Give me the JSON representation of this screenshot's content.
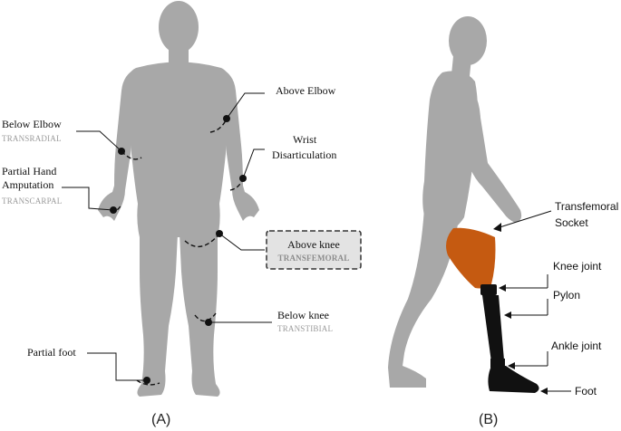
{
  "panel_a": {
    "caption": "(A)",
    "labels": {
      "below_elbow": "Below Elbow",
      "transradial": "TRANSRADIAL",
      "partial_hand_1": "Partial Hand",
      "partial_hand_2": "Amputation",
      "transcarpal": "TRANSCARPAL",
      "above_elbow": "Above Elbow",
      "wrist_1": "Wrist",
      "wrist_2": "Disarticulation",
      "above_knee": "Above knee",
      "transfemoral": "TRANSFEMORAL",
      "below_knee": "Below knee",
      "transtibial": "TRANSTIBIAL",
      "partial_foot": "Partial foot"
    }
  },
  "panel_b": {
    "caption": "(B)",
    "labels": {
      "socket_1": "Transfemoral",
      "socket_2": "Socket",
      "knee_joint": "Knee joint",
      "pylon": "Pylon",
      "ankle_joint": "Ankle joint",
      "foot": "Foot"
    }
  },
  "colors": {
    "body": "#a8a8a8",
    "socket": "#c55a11",
    "prosthesis": "#111111"
  }
}
